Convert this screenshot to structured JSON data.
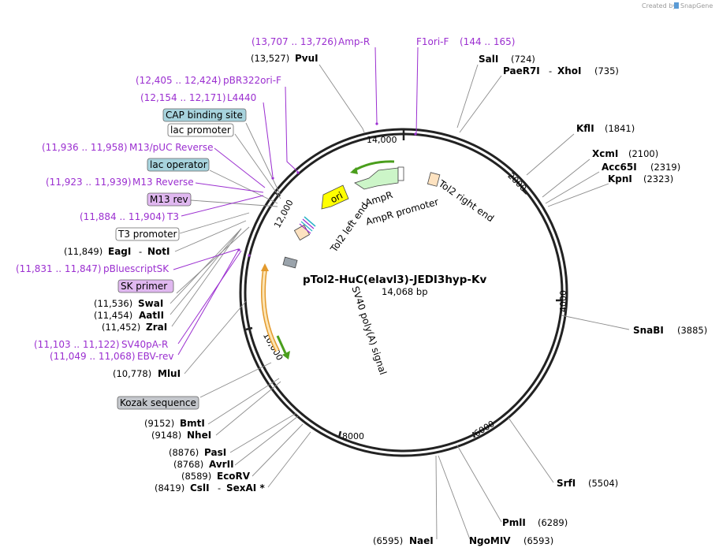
{
  "credit": {
    "created_by": "Created by",
    "brand": "SnapGene"
  },
  "plasmid": {
    "name": "pTol2-HuC(elavl3)-JEDI3hyp-Kv",
    "length": "14,068 bp"
  },
  "ticks": [
    "14,000",
    "2000",
    "4000",
    "6000",
    "8000",
    "10,000",
    "12,000"
  ],
  "features": {
    "ori": "ori",
    "ampr": "AmpR",
    "ampr_promoter": "AmpR promoter",
    "tol2_right": "Tol2 right end",
    "tol2_left": "Tol2 left end",
    "sv40": "SV40 poly(A) signal"
  },
  "primers": {
    "amp_r": {
      "range": "(13,707 .. 13,726)",
      "name": "Amp-R"
    },
    "f1ori_f": {
      "name": "F1ori-F",
      "range": "(144 .. 165)"
    },
    "pbr322ori_f": {
      "range": "(12,405 .. 12,424)",
      "name": "pBR322ori-F"
    },
    "l4440": {
      "range": "(12,154 .. 12,171)",
      "name": "L4440"
    },
    "m13_puc_rev": {
      "range": "(11,936 .. 11,958)",
      "name": "M13/pUC Reverse"
    },
    "m13_rev_primer": {
      "range": "(11,923 .. 11,939)",
      "name": "M13 Reverse"
    },
    "t3": {
      "range": "(11,884 .. 11,904)",
      "name": "T3"
    },
    "pbluescriptsk": {
      "range": "(11,831 .. 11,847)",
      "name": "pBluescriptSK"
    },
    "sv40pa_r": {
      "range": "(11,103 .. 11,122)",
      "name": "SV40pA-R"
    },
    "ebv_rev": {
      "range": "(11,049 .. 11,068)",
      "name": "EBV-rev"
    }
  },
  "boxes": {
    "cap": "CAP binding site",
    "lac_promoter": "lac promoter",
    "lac_operator": "lac operator",
    "m13_rev": "M13 rev",
    "t3_promoter": "T3 promoter",
    "sk_primer": "SK primer",
    "kozak": "Kozak sequence"
  },
  "sites": {
    "pvui": {
      "pos": "(13,527)",
      "name": "PvuI"
    },
    "sali": {
      "name": "SalI",
      "pos": "(724)"
    },
    "paer7i": {
      "name": "PaeR7I",
      "sep": "-",
      "name2": "XhoI",
      "pos": "(735)"
    },
    "kfli": {
      "name": "KflI",
      "pos": "(1841)"
    },
    "xcmi": {
      "name": "XcmI",
      "pos": "(2100)"
    },
    "acc65i": {
      "name": "Acc65I",
      "pos": "(2319)"
    },
    "kpni": {
      "name": "KpnI",
      "pos": "(2323)"
    },
    "snabi": {
      "name": "SnaBI",
      "pos": "(3885)"
    },
    "srfi": {
      "name": "SrfI",
      "pos": "(5504)"
    },
    "pmli": {
      "name": "PmlI",
      "pos": "(6289)"
    },
    "ngomiv": {
      "name": "NgoMIV",
      "pos": "(6593)"
    },
    "naei": {
      "pos": "(6595)",
      "name": "NaeI"
    },
    "eagi": {
      "pos": "(11,849)",
      "name": "EagI",
      "sep": "-",
      "name2": "NotI"
    },
    "swai": {
      "pos": "(11,536)",
      "name": "SwaI"
    },
    "aatii": {
      "pos": "(11,454)",
      "name": "AatII"
    },
    "zrai": {
      "pos": "(11,452)",
      "name": "ZraI"
    },
    "mlui": {
      "pos": "(10,778)",
      "name": "MluI"
    },
    "bmti": {
      "pos": "(9152)",
      "name": "BmtI"
    },
    "nhei": {
      "pos": "(9148)",
      "name": "NheI"
    },
    "pasi": {
      "pos": "(8876)",
      "name": "PasI"
    },
    "avrii": {
      "pos": "(8768)",
      "name": "AvrII"
    },
    "ecorv": {
      "pos": "(8589)",
      "name": "EcoRV"
    },
    "csli": {
      "pos": "(8419)",
      "name": "CslI",
      "sep": "-",
      "name2": "SexAI *"
    }
  },
  "colors": {
    "primer": "#9b2fd0",
    "box_blue": "#a7d3dd",
    "box_purple": "#e0b8f0",
    "box_grey": "#c4c7cc",
    "ori": "#ffff00",
    "ampr": "#ccf5c8",
    "arrow_green": "#4a9e1c",
    "arrow_orange": "#e39a2d"
  }
}
